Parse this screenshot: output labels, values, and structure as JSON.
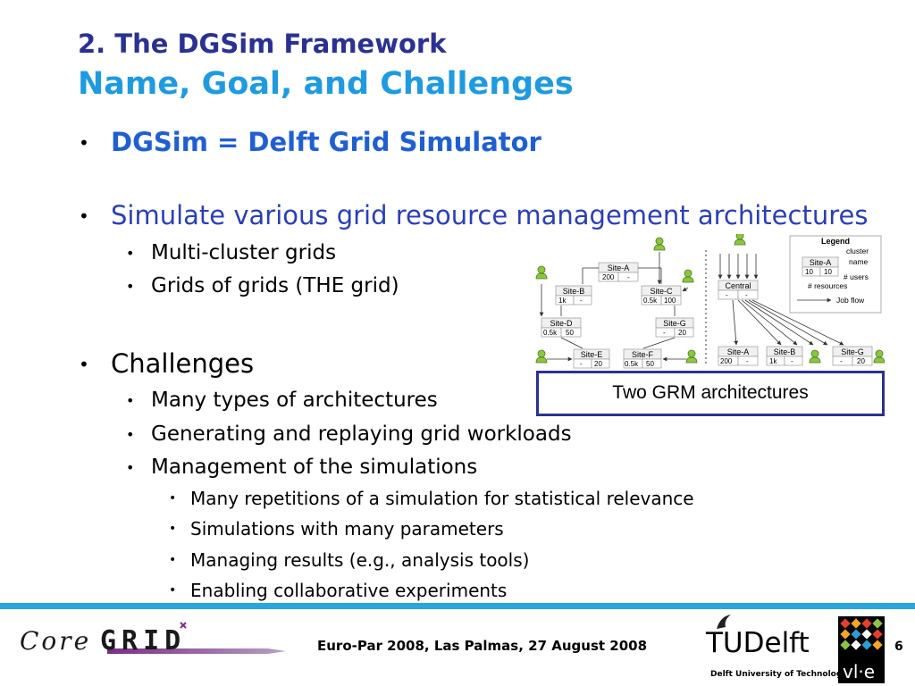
{
  "slide": {
    "title_line1": "2. The DGSim Framework",
    "title_line2": "Name, Goal, and Challenges",
    "bullets": {
      "b1": "DGSim = Delft Grid Simulator",
      "b2": "Simulate various grid resource management architectures",
      "b2_1": "Multi-cluster grids",
      "b2_2": "Grids of grids (THE grid)",
      "b3": "Challenges",
      "b3_1": "Many types of architectures",
      "b3_2": "Generating and replaying grid workloads",
      "b3_3": "Management of the simulations",
      "b3_3_1": "Many repetitions of a simulation for statistical relevance",
      "b3_3_2": "Simulations with many parameters",
      "b3_3_3": "Managing results (e.g., analysis tools)",
      "b3_3_4": "Enabling collaborative experiments"
    },
    "bullet_glyph": "•",
    "caption": "Two GRM architectures"
  },
  "diagram": {
    "legend": {
      "title": "Legend",
      "site_label": "Site-A",
      "v1": "10",
      "v2": "10",
      "cluster": "cluster",
      "name": "name",
      "users": "# users",
      "resources": "# resources",
      "jobflow": "Job flow"
    },
    "left": [
      {
        "name": "Site-A",
        "r": "200",
        "u": "-"
      },
      {
        "name": "Site-B",
        "r": "1k",
        "u": "-"
      },
      {
        "name": "Site-C",
        "r": "0.5k",
        "u": "100"
      },
      {
        "name": "Site-D",
        "r": "0.5k",
        "u": "50"
      },
      {
        "name": "Site-G",
        "r": "-",
        "u": "20"
      },
      {
        "name": "Site-E",
        "r": "-",
        "u": "20"
      },
      {
        "name": "Site-F",
        "r": "0.5k",
        "u": "50"
      }
    ],
    "central": {
      "name": "Central",
      "r": "-",
      "u": "-"
    },
    "right": [
      {
        "name": "Site-A",
        "r": "200",
        "u": "-"
      },
      {
        "name": "Site-B",
        "r": "1k",
        "u": "-"
      },
      {
        "name": "Site-G",
        "r": "-",
        "u": "20"
      }
    ]
  },
  "footer": {
    "event": "Euro-Par 2008, Las Palmas, 27 August 2008",
    "page": "6",
    "logo_coregrid": "CoreGRID",
    "logo_tudelft_word": "TUDelft",
    "logo_tudelft_sub": "Delft University of Technology",
    "logo_vle": "vl·e"
  },
  "colors": {
    "title_dark": "#2a3192",
    "title_light": "#1e9be0",
    "bullet_blue": "#1f5fd1",
    "footer_line": "#2aa5de"
  }
}
